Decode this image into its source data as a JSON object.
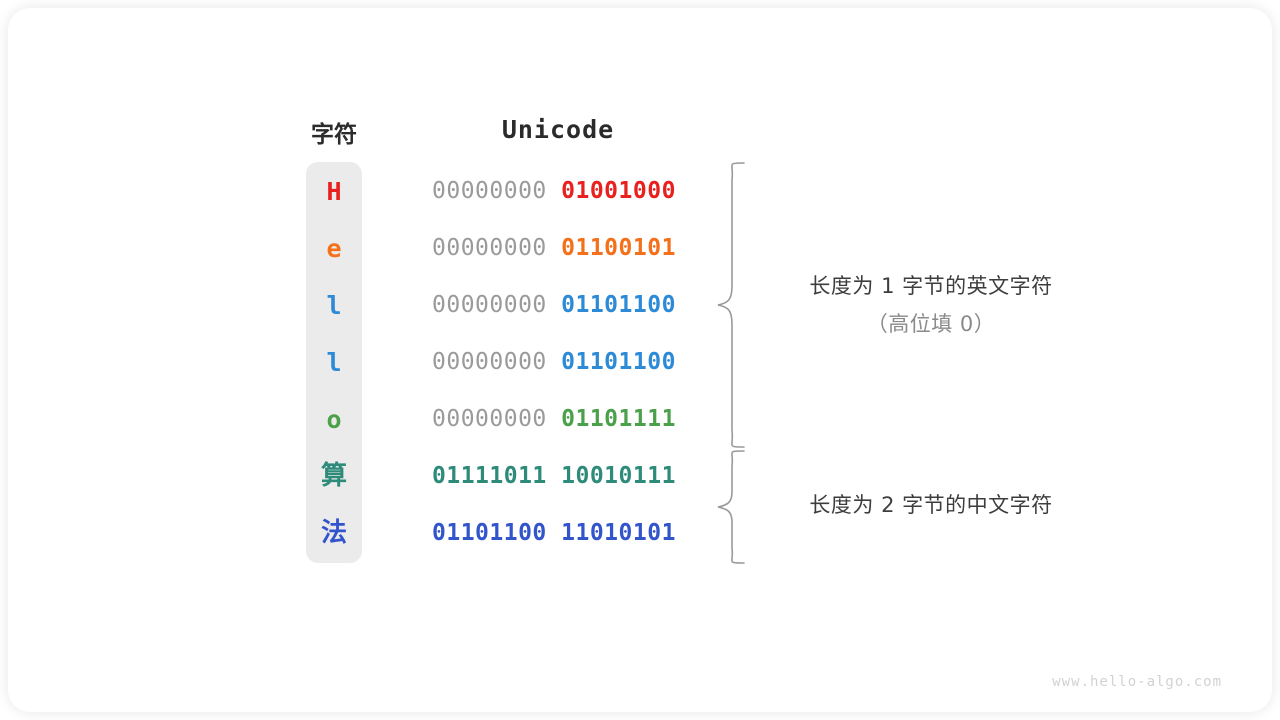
{
  "figure": {
    "title_char_column": "字符",
    "title_unicode_column": "Unicode",
    "watermark": "www.hello-algo.com",
    "column_bg_color": "#ebebeb",
    "brace_color": "#9a9a9a",
    "high_byte_color": "#9a9a9a"
  },
  "rows": [
    {
      "char": "H",
      "char_color": "#e8201e",
      "high_byte": "00000000",
      "low_byte": "01001000",
      "low_byte_color": "#e8201e",
      "high_byte_dim": true
    },
    {
      "char": "e",
      "char_color": "#f4701b",
      "high_byte": "00000000",
      "low_byte": "01100101",
      "low_byte_color": "#f4701b",
      "high_byte_dim": true
    },
    {
      "char": "l",
      "char_color": "#2d8ad6",
      "high_byte": "00000000",
      "low_byte": "01101100",
      "low_byte_color": "#2d8ad6",
      "high_byte_dim": true
    },
    {
      "char": "l",
      "char_color": "#2d8ad6",
      "high_byte": "00000000",
      "low_byte": "01101100",
      "low_byte_color": "#2d8ad6",
      "high_byte_dim": true
    },
    {
      "char": "o",
      "char_color": "#4ba14b",
      "high_byte": "00000000",
      "low_byte": "01101111",
      "low_byte_color": "#4ba14b",
      "high_byte_dim": true
    },
    {
      "char": "算",
      "char_color": "#2e8b7a",
      "high_byte": "01111011",
      "low_byte": "10010111",
      "low_byte_color": "#2e8b7a",
      "high_byte_dim": false
    },
    {
      "char": "法",
      "char_color": "#3355cc",
      "high_byte": "01101100",
      "low_byte": "11010101",
      "low_byte_color": "#3355cc",
      "high_byte_dim": false
    }
  ],
  "annotations": [
    {
      "line1": "长度为 1 字节的英文字符",
      "line2": "（高位填 0）"
    },
    {
      "line1": "长度为 2 字节的中文字符",
      "line2": ""
    }
  ]
}
